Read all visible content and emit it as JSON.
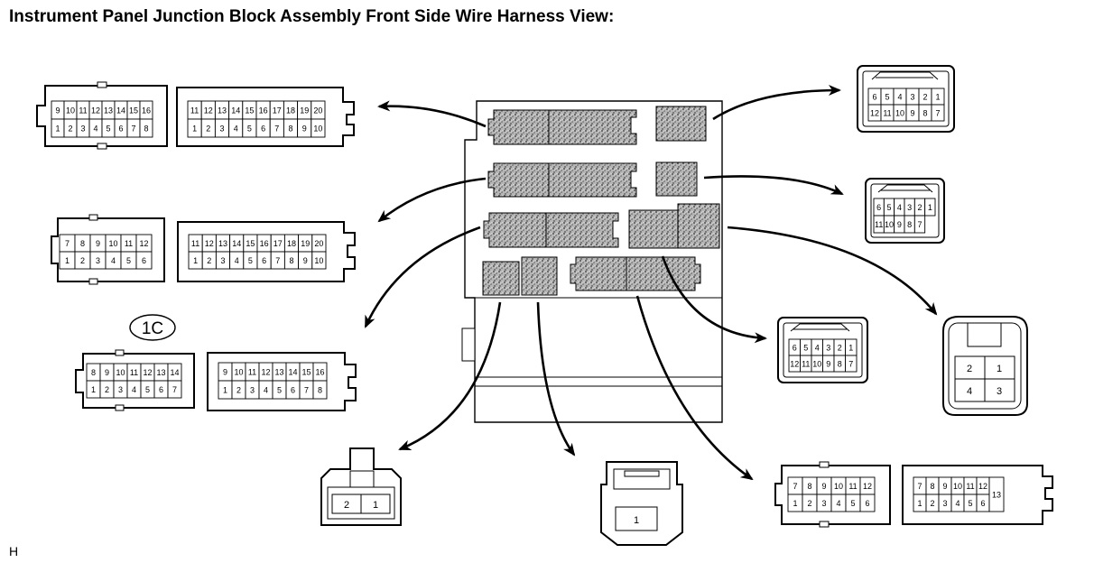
{
  "title": "Instrument Panel Junction Block Assembly Front Side Wire Harness View:",
  "footer_code": "H",
  "callout_label": "1C",
  "colors": {
    "line": "#000000",
    "speckle": "#8a8a8a",
    "block": "#ffffff"
  },
  "connectors": {
    "left_top_a": {
      "top": [
        "9",
        "10",
        "11",
        "12",
        "13",
        "14",
        "15",
        "16"
      ],
      "bottom": [
        "1",
        "2",
        "3",
        "4",
        "5",
        "6",
        "7",
        "8"
      ]
    },
    "left_top_b": {
      "top": [
        "11",
        "12",
        "13",
        "14",
        "15",
        "16",
        "17",
        "18",
        "19",
        "20"
      ],
      "bottom": [
        "1",
        "2",
        "3",
        "4",
        "5",
        "6",
        "7",
        "8",
        "9",
        "10"
      ]
    },
    "left_mid_a": {
      "top": [
        "7",
        "8",
        "9",
        "10",
        "11",
        "12"
      ],
      "bottom": [
        "1",
        "2",
        "3",
        "4",
        "5",
        "6"
      ]
    },
    "left_mid_b": {
      "top": [
        "11",
        "12",
        "13",
        "14",
        "15",
        "16",
        "17",
        "18",
        "19",
        "20"
      ],
      "bottom": [
        "1",
        "2",
        "3",
        "4",
        "5",
        "6",
        "7",
        "8",
        "9",
        "10"
      ]
    },
    "left_low_a": {
      "top": [
        "8",
        "9",
        "10",
        "11",
        "12",
        "13",
        "14"
      ],
      "bottom": [
        "1",
        "2",
        "3",
        "4",
        "5",
        "6",
        "7"
      ]
    },
    "left_low_b": {
      "top": [
        "9",
        "10",
        "11",
        "12",
        "13",
        "14",
        "15",
        "16"
      ],
      "bottom": [
        "1",
        "2",
        "3",
        "4",
        "5",
        "6",
        "7",
        "8"
      ]
    },
    "right_top": {
      "top": [
        "6",
        "5",
        "4",
        "3",
        "2",
        "1"
      ],
      "bottom": [
        "12",
        "11",
        "10",
        "9",
        "8",
        "7"
      ]
    },
    "right_mid": {
      "top": [
        "6",
        "5",
        "4",
        "3",
        "2",
        "1"
      ],
      "bottom": [
        "11",
        "10",
        "9",
        "8",
        "7"
      ]
    },
    "center_right": {
      "top": [
        "6",
        "5",
        "4",
        "3",
        "2",
        "1"
      ],
      "bottom": [
        "12",
        "11",
        "10",
        "9",
        "8",
        "7"
      ]
    },
    "right_square": {
      "top": [
        "2",
        "1"
      ],
      "bottom": [
        "4",
        "3"
      ]
    },
    "bottom_two": {
      "pins": [
        "2",
        "1"
      ]
    },
    "bottom_one": {
      "pins": [
        "1"
      ]
    },
    "bottom_right_a": {
      "top": [
        "7",
        "8",
        "9",
        "10",
        "11",
        "12"
      ],
      "bottom": [
        "1",
        "2",
        "3",
        "4",
        "5",
        "6"
      ]
    },
    "bottom_right_b": {
      "top": [
        "7",
        "8",
        "9",
        "10",
        "11",
        "12"
      ],
      "bottom": [
        "1",
        "2",
        "3",
        "4",
        "5",
        "6"
      ],
      "side": "13"
    }
  }
}
